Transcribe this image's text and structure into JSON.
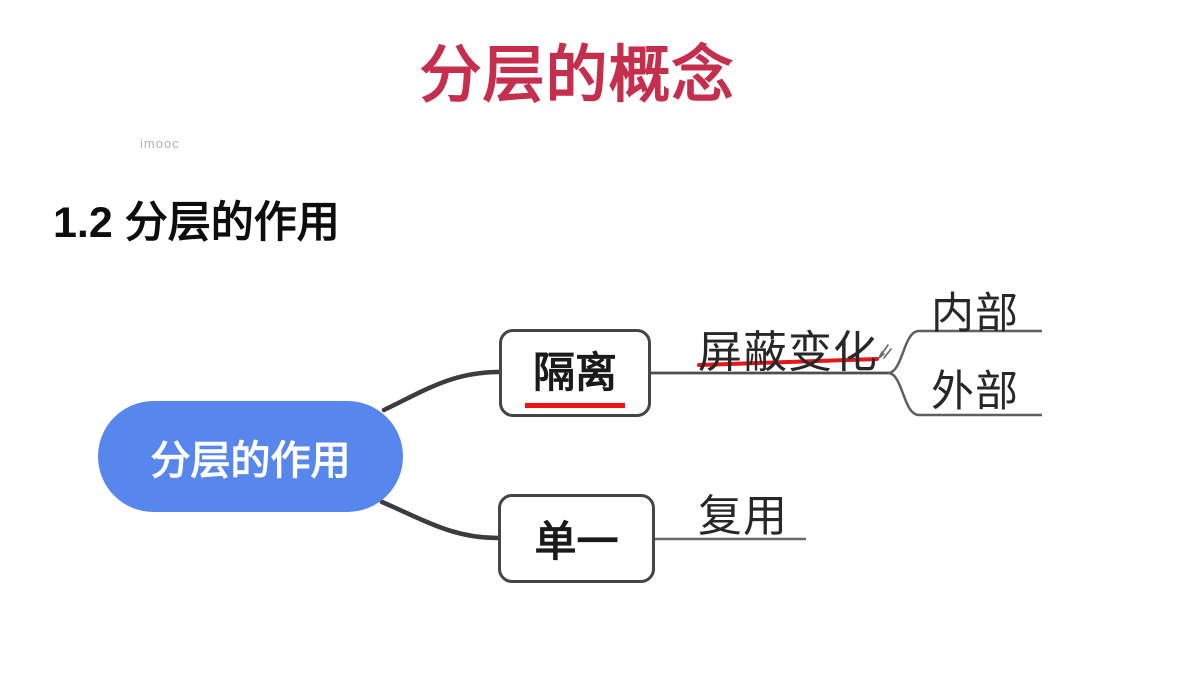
{
  "page": {
    "title": "分层的概念",
    "watermark": "imooc",
    "section_heading": "1.2 分层的作用"
  },
  "mindmap": {
    "root": {
      "label": "分层的作用"
    },
    "isolation_branch": {
      "node_label": "隔离",
      "child_label": "屏蔽变化",
      "leaves": [
        {
          "label": "内部"
        },
        {
          "label": "外部"
        }
      ]
    },
    "single_branch": {
      "node_label": "单一",
      "child_label": "复用"
    }
  },
  "colors": {
    "title_red": "#c62e4d",
    "annotation_red": "#e41818",
    "node_underline_red": "#ee1414",
    "root_node_blue": "#5787ec",
    "root_node_text": "#ffffff",
    "node_border_dark": "#454545",
    "connector_dark": "#3c3c3c",
    "branch_line_gray": "#5f5f5f",
    "heading_black": "#0d0d0d",
    "watermark_gray": "#b0b0b0"
  }
}
